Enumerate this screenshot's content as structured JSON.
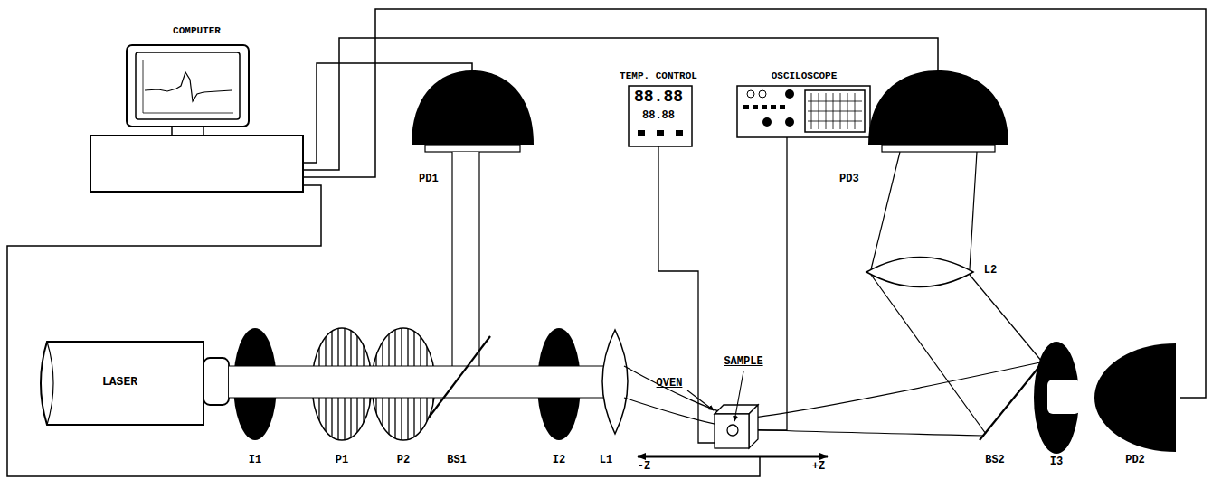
{
  "diagram": {
    "nodes": [
      {
        "text": [
          "COMPUTER"
        ]
      },
      {
        "text": [
          "PD1"
        ]
      },
      {
        "text": [
          "TEMP. CONTROL",
          "88.88",
          "88.88"
        ]
      },
      {
        "text": [
          "OSCILOSCOPE"
        ]
      },
      {
        "text": [
          "PD3"
        ]
      },
      {
        "text": [
          "LASER"
        ]
      },
      {
        "text": [
          "PD2"
        ]
      }
    ],
    "edges": [
      {
        "from": 0,
        "to": 1,
        "arrow": "none"
      },
      {
        "from": 0,
        "to": 4,
        "arrow": "none"
      },
      {
        "from": 0,
        "to": 6,
        "arrow": "none"
      }
    ],
    "labels": [
      "SAMPLE",
      "OVEN",
      "L2",
      "I1",
      "P1",
      "P2",
      "BS1",
      "I2",
      "L1",
      "-Z",
      "+Z",
      "BS2",
      "I3"
    ]
  }
}
